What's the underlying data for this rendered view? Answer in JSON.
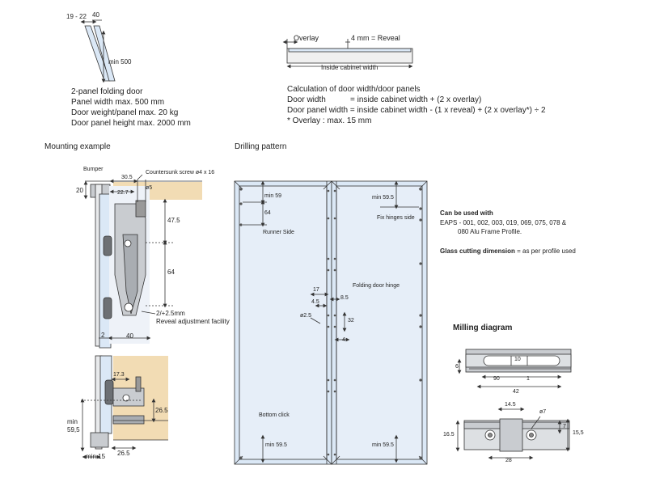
{
  "top_left": {
    "dim_19_22": "19 - 22",
    "dim_40": "40",
    "dim_min500": "min 500",
    "spec_lines": [
      "2-panel folding door",
      "Panel width max. 500 mm",
      "Door weight/panel max. 20 kg",
      "Door panel height max. 2000 mm"
    ]
  },
  "top_right": {
    "overlay_label": "Overlay",
    "reveal_label": "4 mm = Reveal",
    "inside_label": "Inside cabinet width",
    "calc_title": "Calculation of door width/door panels",
    "door_width_label": "Door width",
    "door_width_formula": "= inside cabinet width + (2 x overlay)",
    "panel_width_line": "Door panel width = inside cabinet width - (1 x reveal) + (2 x overlay*) ÷ 2",
    "overlay_note": "* Overlay : max. 15 mm"
  },
  "mounting": {
    "heading": "Mounting example",
    "bumper": "Bumper",
    "countersunk": "Countersunk screw ø4 x 16",
    "d20": "20",
    "d30_5": "30.5",
    "d22_7": "22.7",
    "d5": "ø5",
    "d47_5": "47.5",
    "d64": "64",
    "reveal_adj": "2/+2.5mm",
    "reveal_adj2": "Reveal adjustment facility",
    "d2": "2",
    "d40": "40",
    "d17_3": "17.3",
    "d26_5a": "26.5",
    "d_min": "min",
    "d59_5": "59,5",
    "d26_5b": "26.5",
    "d_min15": "min 15"
  },
  "drilling": {
    "heading": "Drilling pattern",
    "min59": "min 59",
    "d64": "64",
    "runner_side": "Runner Side",
    "min59_5_top": "min 59.5",
    "fix_hinges": "Fix hinges side",
    "folding_hinge": "Folding door hinge",
    "d17": "17",
    "d4_5": "4.5",
    "d8_5": "8.5",
    "d2_5": "ø2.5",
    "d32": "32",
    "d4": "4",
    "bottom_click": "Bottom click",
    "min59_5_bl": "min 59.5",
    "min59_5_br": "min 59.5"
  },
  "usage": {
    "can_be_used": "Can be used with",
    "eaps": "EAPS -  001, 002, 003, 019, 069, 075, 078 &",
    "eaps2": "080 Alu Frame Profile.",
    "glass_bold": "Glass cutting dimension",
    "glass_rest": " = as per profile used"
  },
  "milling": {
    "heading": "Milling diagram",
    "d10": "10",
    "d6": "6",
    "d90": "90",
    "d1": "1",
    "d42": "42",
    "d14_5": "14.5",
    "d7o": "ø7",
    "d7": "7",
    "d16_5": "16.5",
    "d15_5": "15,5",
    "d28": "28"
  },
  "colors": {
    "glass": "#dbe8f6",
    "wood": "#f2dcb4",
    "metal": "#c9ccd0",
    "line": "#333333"
  }
}
